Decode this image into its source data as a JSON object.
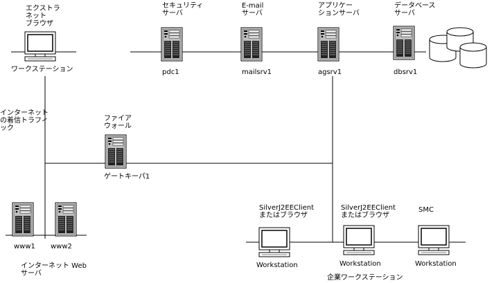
{
  "nodes": {
    "extranet_browser": {
      "title_lines": [
        "エクストラ",
        "ネット",
        "ブラウザ"
      ],
      "label": "ワークステーション"
    },
    "pdc1": {
      "title_lines": [
        "セキュリティ",
        "サーバ"
      ],
      "label": "pdc1"
    },
    "mailsrv1": {
      "title_lines": [
        "E-mail",
        "サーバ"
      ],
      "label": "mailsrv1"
    },
    "agsrv1": {
      "title_lines": [
        "アプリケー",
        "ションサーバ"
      ],
      "label": "agsrv1"
    },
    "dbsrv1": {
      "title_lines": [
        "データベース",
        "サーバ"
      ],
      "label": "dbsrv1"
    },
    "firewall": {
      "title_lines": [
        "ファイア",
        "ウォール"
      ],
      "label": "ゲートキーパ1"
    },
    "www1": {
      "label": "www1"
    },
    "www2": {
      "label": "www2"
    },
    "client1": {
      "title_lines": [
        "SilverJ2EEClient",
        "またはブラウザ"
      ],
      "label": "Workstation"
    },
    "client2": {
      "title_lines": [
        "SilverJ2EEClient",
        "またはブラウザ"
      ],
      "label": "Workstation"
    },
    "smc": {
      "title_lines": [
        "SMC"
      ],
      "label": "Workstation"
    }
  },
  "annotations": {
    "inbound_traffic_lines": [
      "インターネット",
      "の着信トラフィ",
      "ック"
    ],
    "web_servers_lines": [
      "インターネット Web",
      "サーバ"
    ],
    "enterprise_workstations": "企業ワークステーション"
  }
}
